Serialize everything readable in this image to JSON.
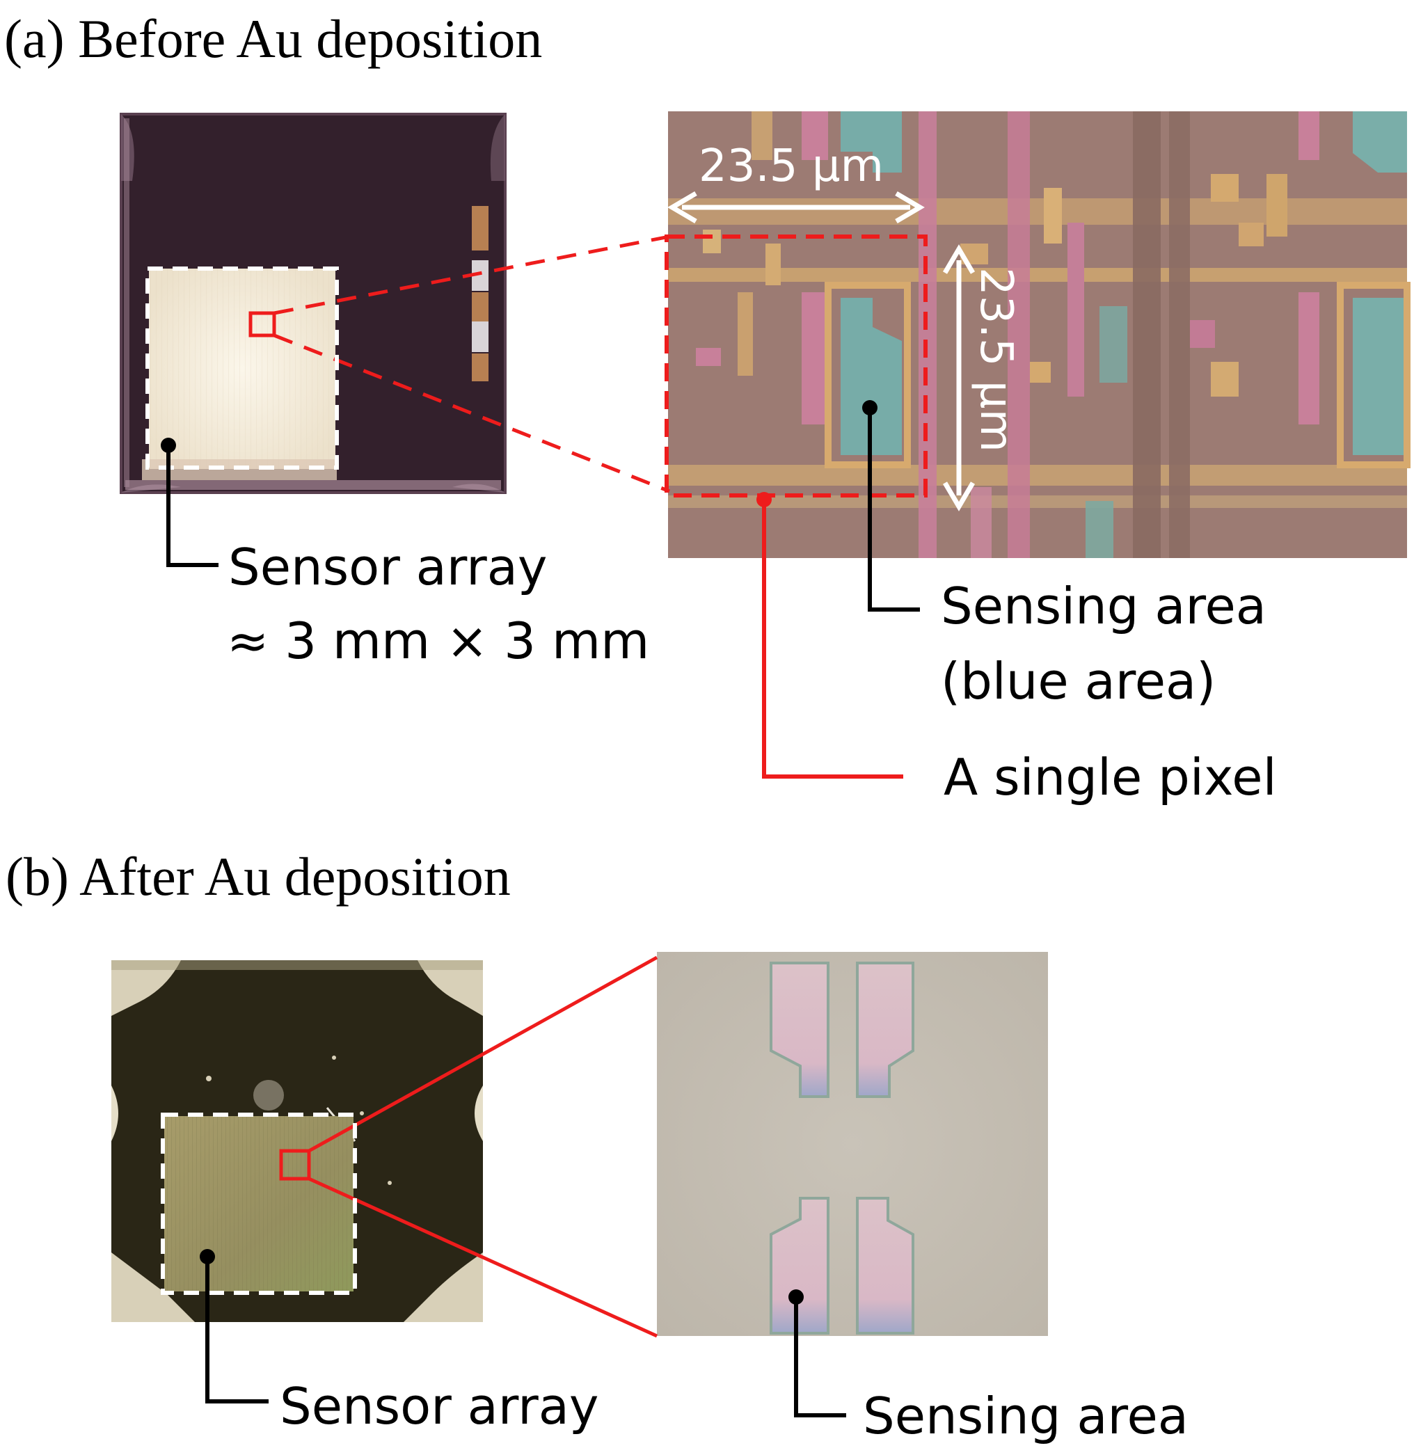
{
  "panel_a": {
    "title": "(a) Before Au deposition",
    "dimension_horizontal": "23.5 μm",
    "dimension_vertical": "23.5 μm",
    "sensor_array_label": "Sensor array",
    "sensor_array_size": "≈ 3 mm × 3 mm",
    "sensing_area_label": "Sensing area",
    "sensing_area_note": "(blue area)",
    "single_pixel_label": "A single pixel"
  },
  "panel_b": {
    "title": "(b) After Au deposition",
    "sensor_array_label": "Sensor array",
    "sensing_area_label": "Sensing area"
  },
  "colors": {
    "annotation_red": "#ee1c1c",
    "annotation_black": "#000000",
    "annotation_white": "#ffffff",
    "chip_a_background": "#33202c",
    "array_a_fill": "#f3ead8",
    "micro_a_background": "#9c7b73",
    "sensing_blue": "#77aca8",
    "metal_orange": "#d7aa6e",
    "metal_pink": "#c8809a",
    "chip_b_background": "#2a2616",
    "array_b_fill": "#9a9464",
    "micro_b_background": "#c3bdb2",
    "electrode_b_fill": "#d8bcc6"
  }
}
